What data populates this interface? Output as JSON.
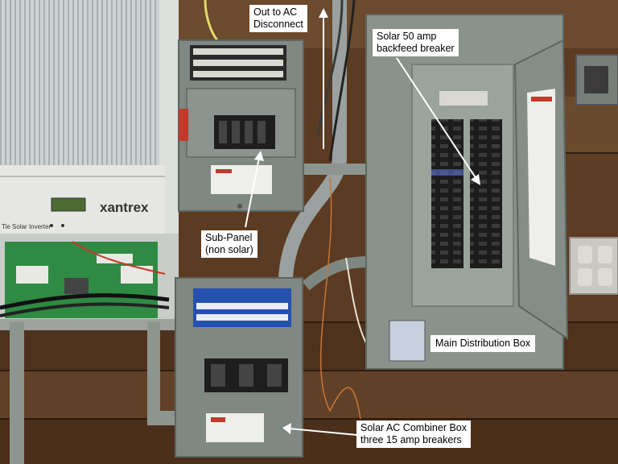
{
  "image": {
    "subject": "Residential solar AC wiring: grid-tie inverter, sub-panel, main distribution box and solar AC combiner box on a wooden wall"
  },
  "annotations": {
    "ac_disconnect": "Out to AC\nDisconnect",
    "backfeed_breaker": "Solar 50 amp\nbackfeed breaker",
    "sub_panel": "Sub-Panel\n(non solar)",
    "main_box": "Main Distribution Box",
    "combiner_box": "Solar AC Combiner Box\nthree 15 amp breakers"
  },
  "inverter": {
    "brand": "xantrex",
    "model_text": "Tie Solar Inverter"
  },
  "colors": {
    "wood": "#5a3a22",
    "panel_gray": "#7f8780",
    "annotation_bg": "#ffffff",
    "label_blue": "#2550b0",
    "warning_red": "#c23a2a"
  }
}
